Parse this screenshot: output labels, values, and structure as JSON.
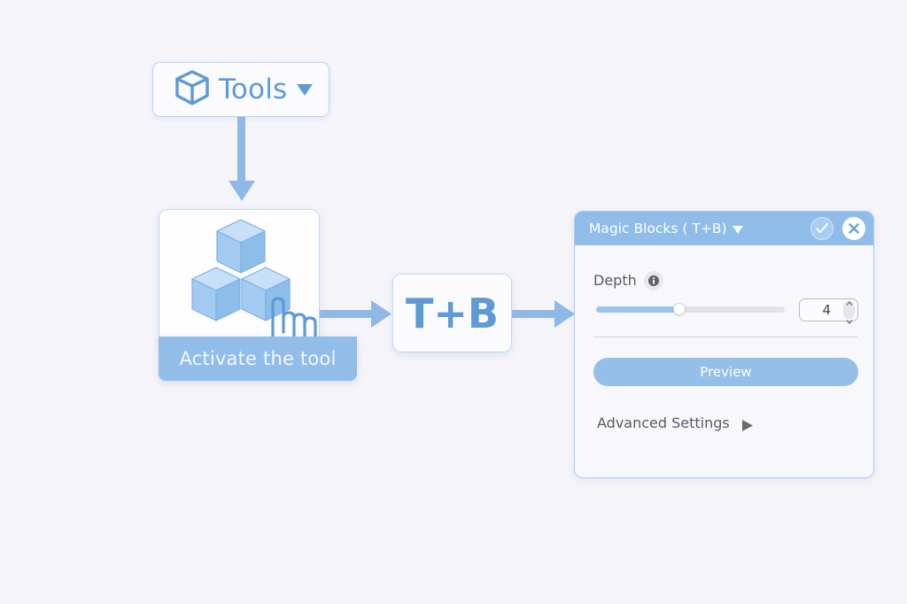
{
  "tools_menu": {
    "label": "Tools",
    "icon": "cube-outline-icon"
  },
  "step_activate": {
    "caption": "Activate the tool",
    "icon": "stacked-cubes-icon",
    "pointer_icon": "hand-pointer-icon"
  },
  "shortcut": {
    "keys": "T+B"
  },
  "panel": {
    "title": "Magic Blocks ( T+B)",
    "depth_label": "Depth",
    "depth_value": "4",
    "depth_fraction": 0.44,
    "preview_label": "Preview",
    "advanced_label": "Advanced Settings"
  },
  "colors": {
    "accent": "#5e9ad6",
    "light_accent": "#92bde9",
    "background": "#f5f4f9"
  }
}
